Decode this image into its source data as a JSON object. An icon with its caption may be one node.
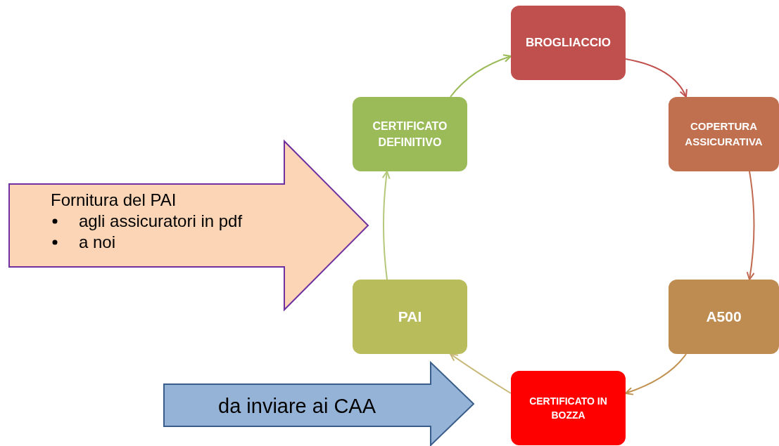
{
  "diagram": {
    "nodes": [
      {
        "text": [
          "BROGLIACCIO"
        ]
      },
      {
        "text": [
          "COPERTURA ASSICURATIVA"
        ]
      },
      {
        "text": [
          "A500"
        ]
      },
      {
        "text": [
          "CERTIFICATO IN BOZZA"
        ]
      },
      {
        "text": [
          "PAI"
        ]
      },
      {
        "text": [
          "CERTIFICATO DEFINITIVO"
        ]
      },
      {
        "text": [
          "Fornitura del PAI",
          "agli assicuratori in pdf",
          "a noi"
        ]
      },
      {
        "text": [
          "da inviare ai CAA"
        ]
      }
    ],
    "edges": [
      {
        "from": 0,
        "to": 1,
        "arrow": "to",
        "color": "#c0504d"
      },
      {
        "from": 1,
        "to": 2,
        "arrow": "to",
        "color": "#c06a4f"
      },
      {
        "from": 2,
        "to": 3,
        "arrow": "to",
        "color": "#c0904f"
      },
      {
        "from": 3,
        "to": 4,
        "arrow": "to",
        "color": "#c8b878"
      },
      {
        "from": 4,
        "to": 5,
        "arrow": "to",
        "color": "#b4c87c"
      },
      {
        "from": 5,
        "to": 0,
        "arrow": "to",
        "color": "#9bbb59"
      }
    ]
  }
}
